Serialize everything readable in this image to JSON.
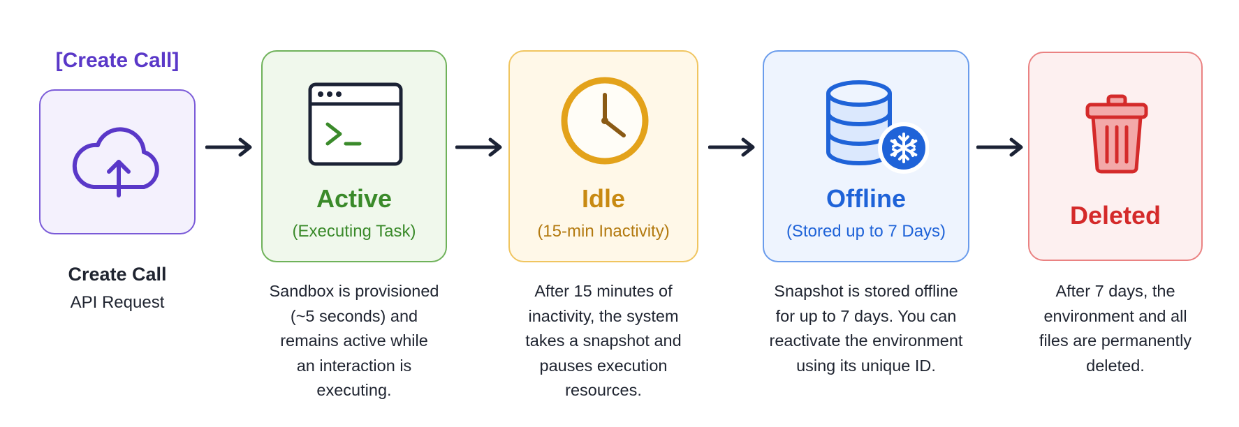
{
  "create": {
    "label": "[Create Call]",
    "title": "Create Call",
    "subtitle": "API Request",
    "color": "#5a38c8",
    "icon": "cloud-upload-icon"
  },
  "stages": [
    {
      "key": "active",
      "title": "Active",
      "subtitle": "(Executing Task)",
      "description": "Sandbox is provisioned\n(~5 seconds) and\nremains active while\nan interaction is\nexecuting.",
      "color": "#3a8a2a",
      "icon": "terminal-window-icon"
    },
    {
      "key": "idle",
      "title": "Idle",
      "subtitle": "(15-min Inactivity)",
      "description": "After 15 minutes of\ninactivity, the system\ntakes a snapshot and\npauses execution\nresources.",
      "color": "#c88a12",
      "icon": "clock-icon"
    },
    {
      "key": "offline",
      "title": "Offline",
      "subtitle": "(Stored up to 7 Days)",
      "description": "Snapshot is stored offline\nfor up to 7 days. You can\nreactivate the environment\nusing its unique ID.",
      "color": "#1f63d8",
      "icon": "database-snowflake-icon"
    },
    {
      "key": "deleted",
      "title": "Deleted",
      "subtitle": "",
      "description": "After 7 days, the\nenvironment and all\nfiles are permanently\ndeleted.",
      "color": "#d42a2a",
      "icon": "trash-can-icon"
    }
  ]
}
